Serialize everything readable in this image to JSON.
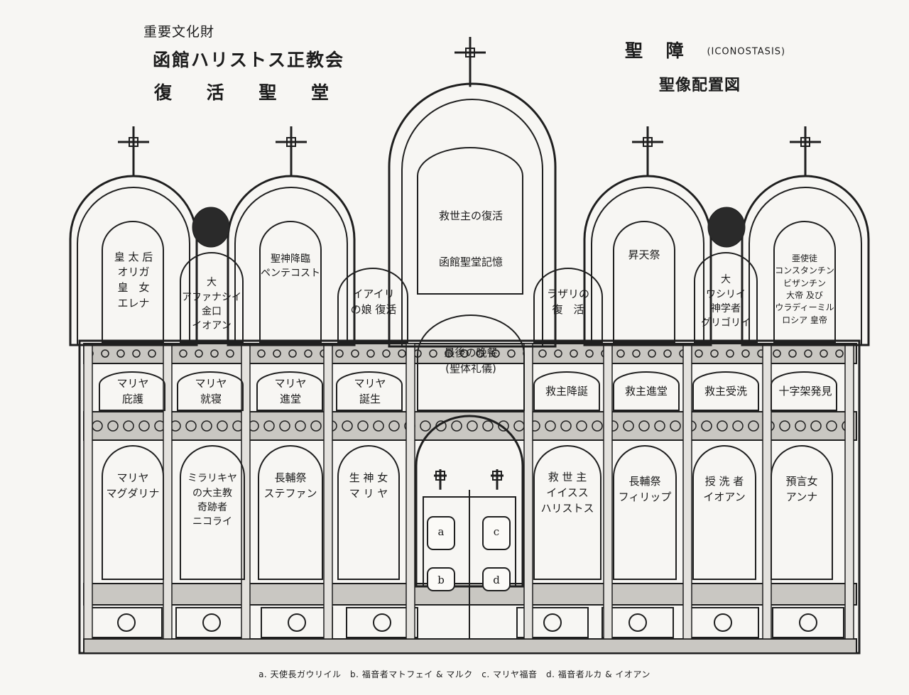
{
  "header": {
    "line1": "重要文化財",
    "line2": "函館ハリストス正教会",
    "line3": "復 活 聖 堂",
    "right_title": "聖 障",
    "right_title_sub": "(ICONOSTASIS)",
    "right_line2": "聖像配置図"
  },
  "icons": {
    "top": [
      [
        "皇 太 后",
        "オリガ",
        "皇　女",
        "エレナ"
      ],
      [
        "大",
        "アファナシイ",
        "金口",
        "イオアン"
      ],
      [
        "聖神降臨",
        "ペンテコスト"
      ],
      [
        "イアイリ",
        "の娘 復活"
      ],
      [
        "救世主の復活",
        "",
        "",
        "函館聖堂記憶"
      ],
      [
        "ラザリの",
        "復　活"
      ],
      [
        "昇天祭"
      ],
      [
        "大",
        "ワシリイ",
        "神学者",
        "グリゴリイ"
      ],
      [
        "亜使徒",
        "コンスタンチン",
        "ビザンチン",
        "大帝 及び",
        "ウラディーミル",
        "ロシア 皇帝"
      ]
    ],
    "middle": [
      [
        "マリヤ",
        "庇護"
      ],
      [
        "マリヤ",
        "就寝"
      ],
      [
        "マリヤ",
        "進堂"
      ],
      [
        "マリヤ",
        "誕生"
      ],
      [
        "最後の晩餐",
        "(聖体礼儀)"
      ],
      [
        "救主降誕"
      ],
      [
        "救主進堂"
      ],
      [
        "救主受洗"
      ],
      [
        "十字架発見"
      ]
    ],
    "bottom": [
      [
        "マリヤ",
        "マグダリナ"
      ],
      [
        "ミラリキヤ",
        "の大主教",
        "奇跡者",
        "ニコライ"
      ],
      [
        "長輔祭",
        "ステファン"
      ],
      [
        "生 神 女",
        "マ リ ヤ"
      ],
      [
        "救 世 主",
        "イイスス",
        "ハリストス"
      ],
      [
        "長輔祭",
        "フィリップ"
      ],
      [
        "授 洗 者",
        "イオアン"
      ],
      [
        "預言女",
        "アンナ"
      ]
    ],
    "doors": [
      "a",
      "c",
      "b",
      "d"
    ]
  },
  "legend": "a. 天使長ガウリイル　b. 福音者マトフェイ & マルク　c. マリヤ福音　d. 福音者ルカ & イオアン"
}
